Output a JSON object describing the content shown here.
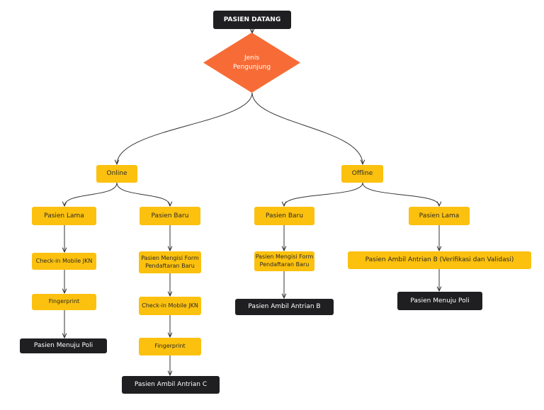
{
  "colors": {
    "decision": "#f76c36",
    "step": "#fcc10e",
    "terminal": "#1f1f21",
    "connector": "#333333"
  },
  "start": "PASIEN DATANG",
  "decision": "Jenis\nPengunjung",
  "online": {
    "label": "Online",
    "lama": {
      "label": "Pasien Lama",
      "steps": [
        "Check-in Mobile JKN",
        "Fingerprint"
      ],
      "end": "Pasien Menuju Poli"
    },
    "baru": {
      "label": "Pasien Baru",
      "steps": [
        "Pasien Mengisi Form\nPendaftaran Baru",
        "Check-in Mobile JKN",
        "Fingerprint"
      ],
      "end": "Pasien Ambil Antrian C"
    }
  },
  "offline": {
    "label": "Offline",
    "baru": {
      "label": "Pasien Baru",
      "steps": [
        "Pasien Mengisi Form\nPendaftaran Baru"
      ],
      "end": "Pasien Ambil Antrian B"
    },
    "lama": {
      "label": "Pasien Lama",
      "steps": [
        "Pasien Ambil Antrian B (Verifikasi dan Validasi)"
      ],
      "end": "Pasien Menuju Poli"
    }
  }
}
